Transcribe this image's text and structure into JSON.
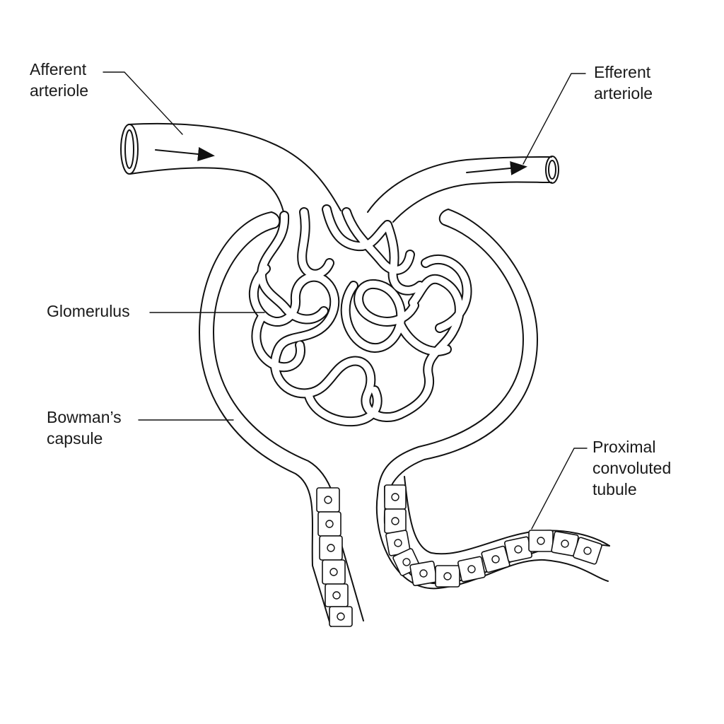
{
  "labels": {
    "afferent": [
      "Afferent",
      "arteriole"
    ],
    "efferent": [
      "Efferent",
      "arteriole"
    ],
    "glomerulus": [
      "Glomerulus"
    ],
    "bowmans": [
      "Bowman’s",
      "capsule"
    ],
    "proximal": [
      "Proximal",
      "convoluted",
      "tubule"
    ]
  },
  "colors": {
    "ink": "#111111",
    "background": "#ffffff"
  }
}
